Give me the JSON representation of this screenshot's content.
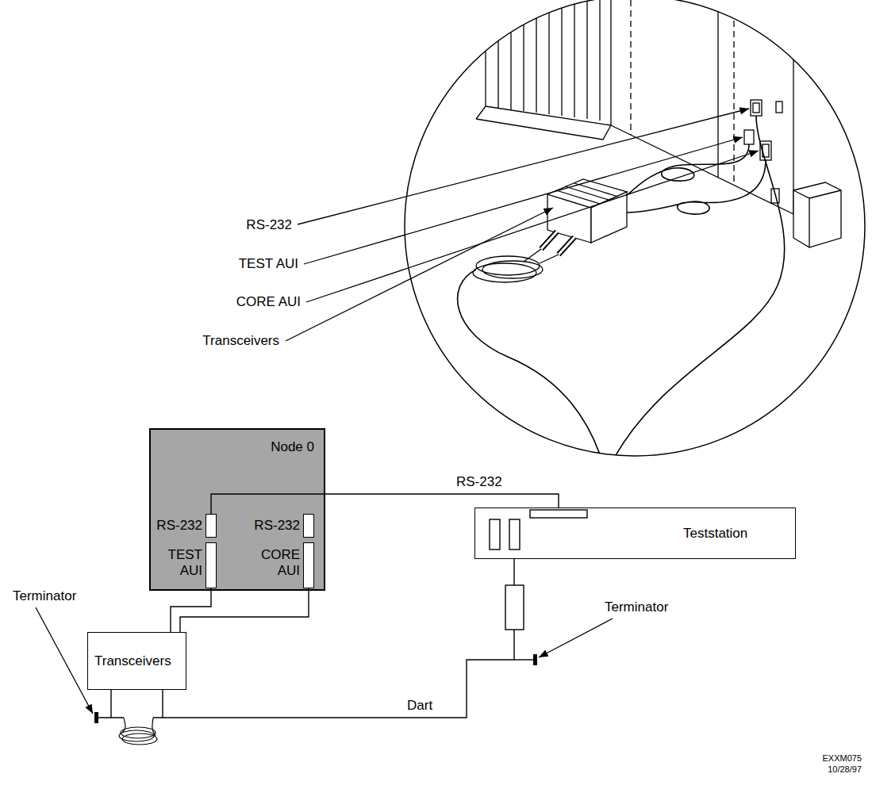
{
  "diagram": {
    "nodes": [
      {
        "text": [
          "Node 0"
        ]
      },
      {
        "text": [
          "RS-232"
        ],
        "in": 0
      },
      {
        "text": [
          "RS-232"
        ],
        "in": 0
      },
      {
        "text": [
          "TEST AUI"
        ],
        "in": 0
      },
      {
        "text": [
          "CORE AUI"
        ],
        "in": 0
      },
      {
        "text": [
          "Teststation"
        ]
      },
      {
        "text": [
          "Transceivers"
        ]
      }
    ],
    "edges": [
      {
        "from": 1,
        "to": 5,
        "arrow": "none",
        "label": "RS-232"
      },
      {
        "from": 3,
        "to": 6,
        "arrow": "none"
      },
      {
        "from": 4,
        "to": 6,
        "arrow": "none"
      },
      {
        "from": 6,
        "to": 5,
        "arrow": "none",
        "label": "Dart"
      }
    ],
    "labels": [
      "RS-232",
      "TEST AUI",
      "CORE AUI",
      "Transceivers",
      "Terminator",
      "Terminator",
      "EXXM075",
      "10/28/97"
    ]
  }
}
